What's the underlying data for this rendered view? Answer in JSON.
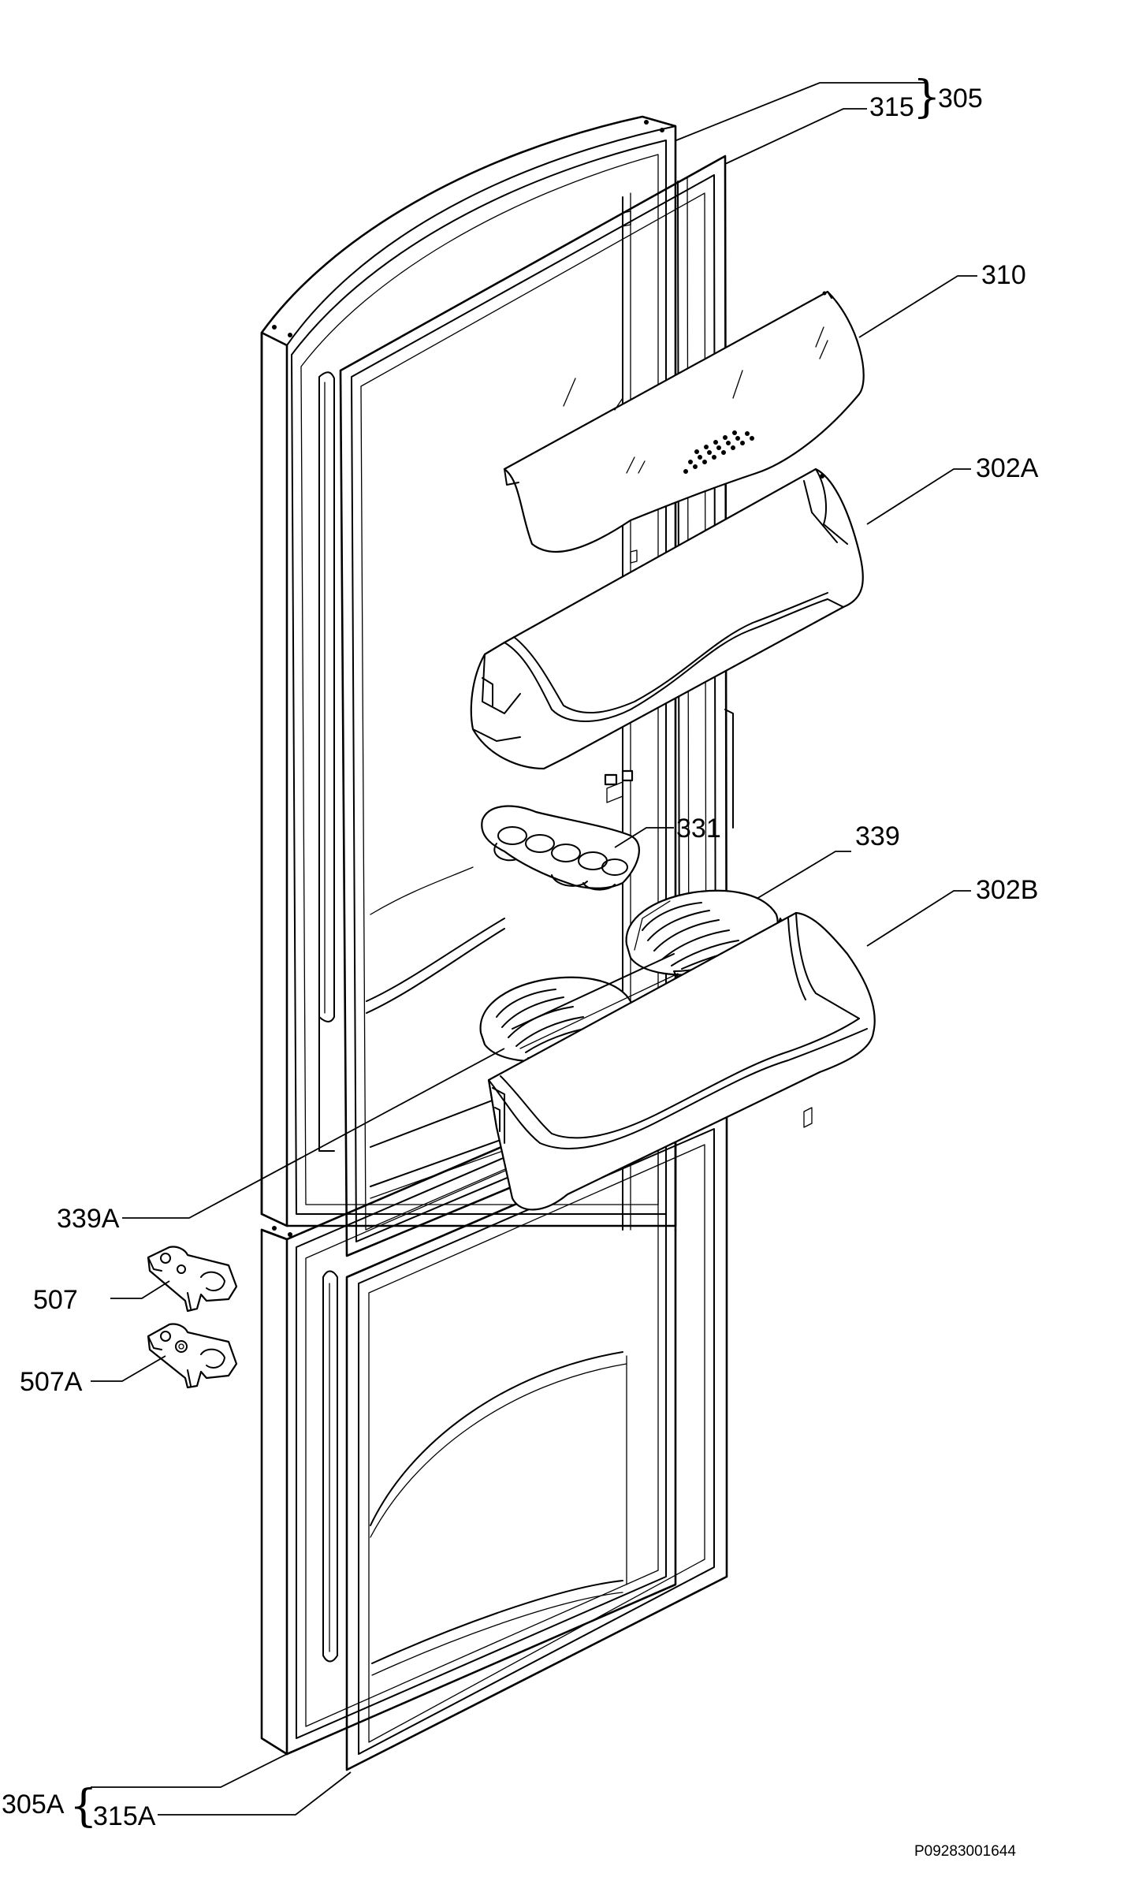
{
  "diagram": {
    "reference_code": "P09283001644",
    "callouts": {
      "c305": "305",
      "c315": "315",
      "c310": "310",
      "c302a": "302A",
      "c331": "331",
      "c339": "339",
      "c302b": "302B",
      "c339a": "339A",
      "c507": "507",
      "c507a": "507A",
      "c305a": "305A",
      "c315a": "315A"
    }
  }
}
